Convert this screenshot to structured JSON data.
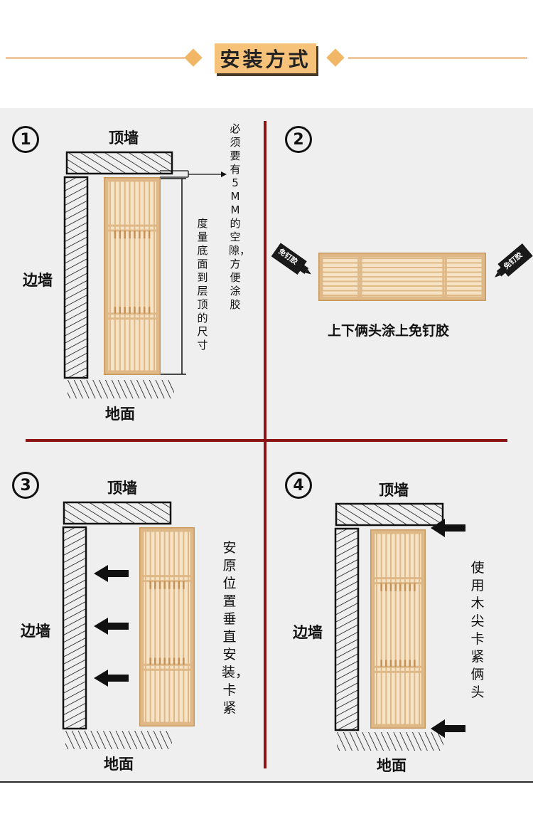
{
  "header": {
    "title": "安装方式"
  },
  "colors": {
    "accent": "#f6c27a",
    "divider": "#8b1414",
    "wood": "#deb887",
    "woodStroke": "#c9985c"
  },
  "steps": [
    {
      "number": "1",
      "top_wall": "顶墙",
      "side_wall": "边墙",
      "floor": "地面",
      "gap_note": "必须要有5MM的空隙，方便涂胶",
      "measure_note": "度量底面到层顶的尺寸"
    },
    {
      "number": "2",
      "tube_label_left": "免钉胶",
      "tube_label_right": "免钉胶",
      "caption": "上下俩头涂上免钉胶"
    },
    {
      "number": "3",
      "top_wall": "顶墙",
      "side_wall": "边墙",
      "floor": "地面",
      "note": "安原位置垂直安装，卡紧"
    },
    {
      "number": "4",
      "top_wall": "顶墙",
      "side_wall": "边墙",
      "floor": "地面",
      "note": "使用木尖卡紧俩头"
    }
  ]
}
